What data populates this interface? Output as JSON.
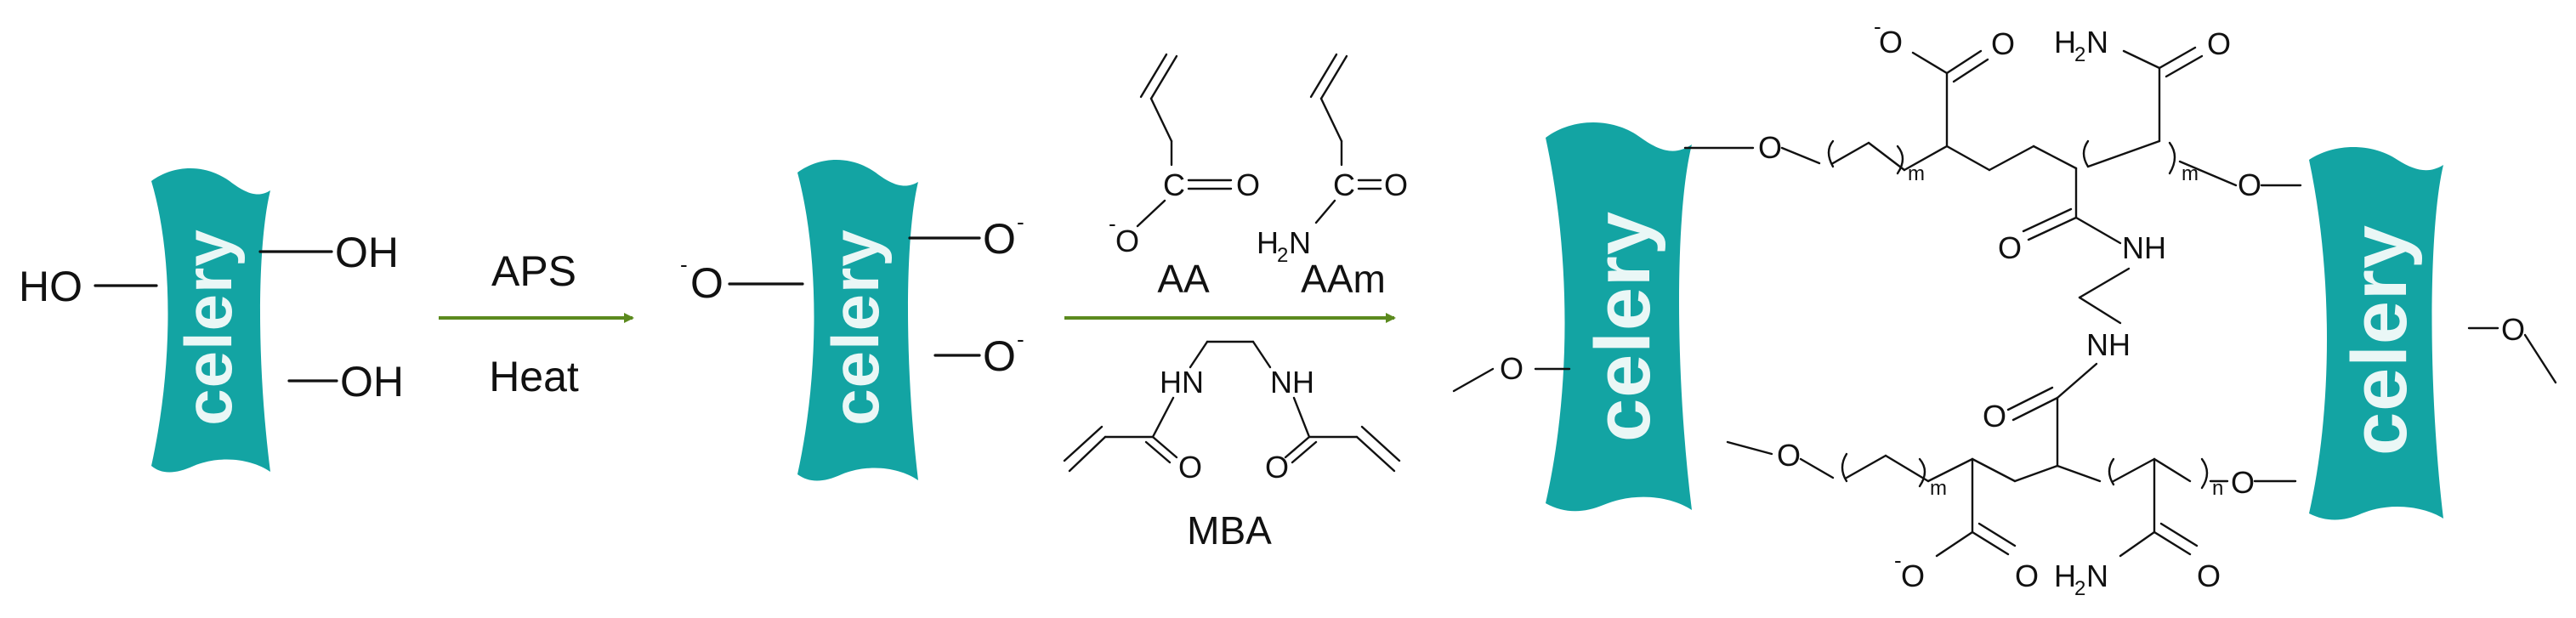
{
  "colors": {
    "block": "#13a4a3",
    "block_text": "#eaf7f6",
    "arrow": "#5b8a1e"
  },
  "blocks": {
    "label": "celery"
  },
  "step1": {
    "left_group": "HO",
    "right_group": "OH",
    "arrow_top": "APS",
    "arrow_bottom": "Heat"
  },
  "step2": {
    "oxygen": "O",
    "charge": "-"
  },
  "reagents": {
    "aa_label": "AA",
    "aam_label": "AAm",
    "mba_label": "MBA",
    "atom_c": "C",
    "atom_o": "O",
    "atom_h": "H",
    "atom_n": "N",
    "nh": "NH",
    "hn": "HN",
    "subscript_2": "2"
  },
  "product": {
    "sub_m": "m",
    "sub_n": "n"
  }
}
